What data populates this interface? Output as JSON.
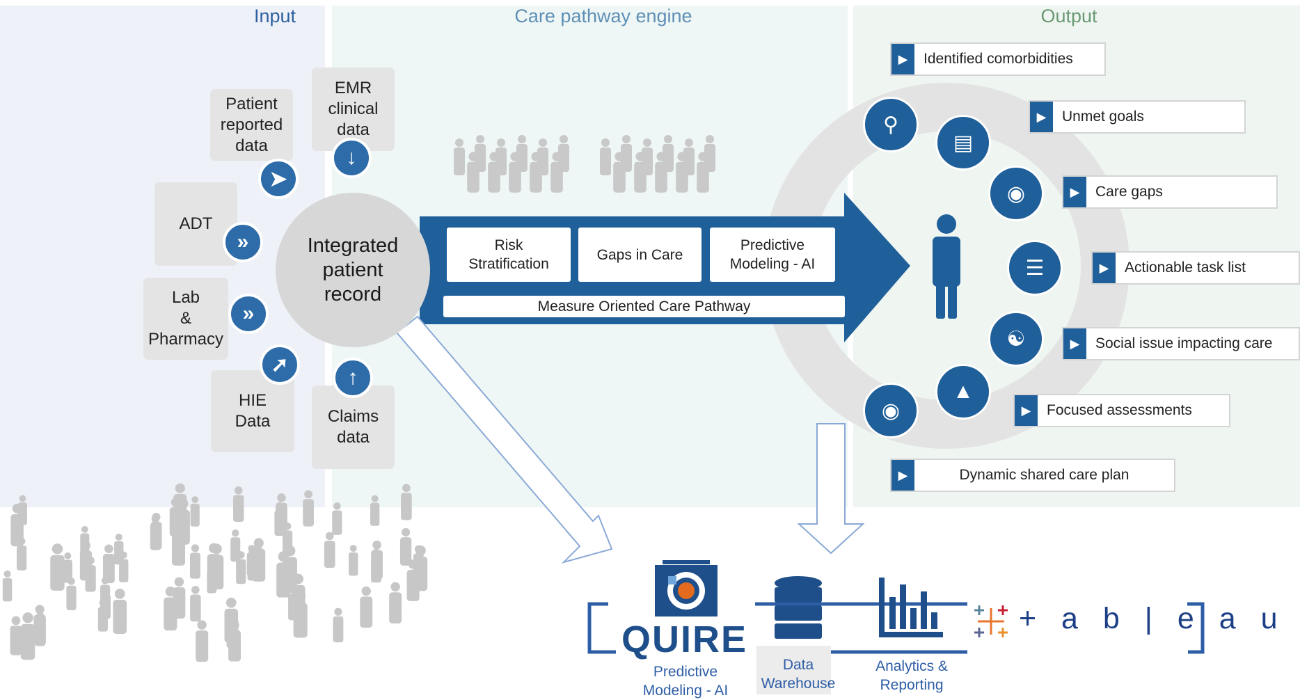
{
  "zones": {
    "input": "Input",
    "engine": "Care pathway engine",
    "output": "Output"
  },
  "sources": {
    "patient_reported": "Patient\nreported\ndata",
    "emr": "EMR\nclinical\ndata",
    "adt": "ADT",
    "lab": "Lab\n&\nPharmacy",
    "hie": "HIE\nData",
    "claims": "Claims\ndata"
  },
  "integrated_record": "Integrated\npatient\nrecord",
  "engine": {
    "risk": "Risk\nStratification",
    "gaps": "Gaps in Care",
    "predictive": "Predictive\nModeling - AI",
    "pathway": "Measure Oriented Care Pathway"
  },
  "outputs": {
    "comorbidities": "Identified comorbidities",
    "unmet_goals": "Unmet goals",
    "care_gaps": "Care gaps",
    "task_list": "Actionable task list",
    "social": "Social issue impacting care",
    "assessments": "Focused assessments",
    "care_plan": "Dynamic shared care plan"
  },
  "bottom": {
    "quire_logo": "QUIRE",
    "predictive": "Predictive\nModeling - AI",
    "warehouse": "Data\nWarehouse",
    "analytics": "Analytics &\nReporting",
    "tableau_logo": "+ a b | e a u"
  },
  "icons": {
    "search": "search-icon",
    "presentation": "presentation-icon",
    "chat": "chat-bubbles-icon",
    "clipboard": "clipboard-icon",
    "handshake": "handshake-icon",
    "chart": "bar-chart-icon",
    "database": "database-icon",
    "person": "person-icon"
  },
  "colors": {
    "primary_blue": "#1f5f9a",
    "accent_blue": "#2e6ca9",
    "input_zone": "#eef2f8",
    "engine_zone": "#eef7f6",
    "output_zone": "#eff6f1"
  }
}
